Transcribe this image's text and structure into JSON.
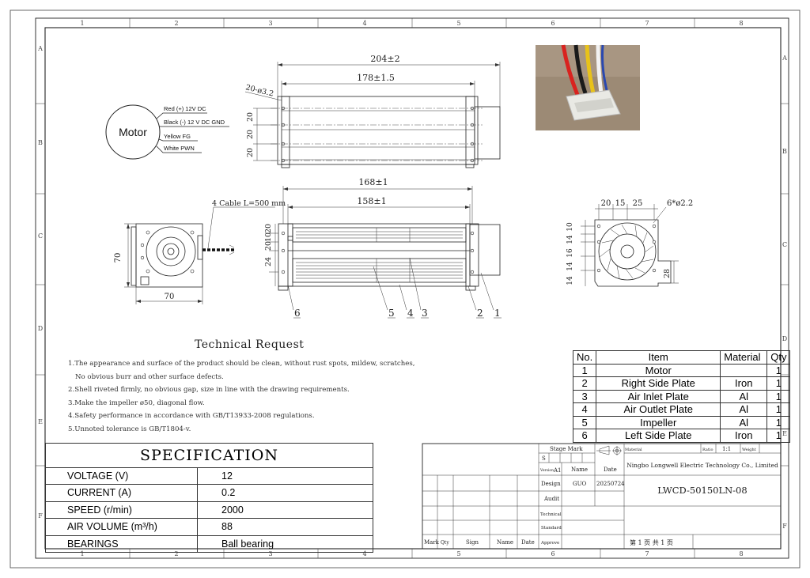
{
  "grid": {
    "columns": [
      "1",
      "2",
      "3",
      "4",
      "5",
      "6",
      "7",
      "8"
    ],
    "rows": [
      "A",
      "B",
      "C",
      "D",
      "E",
      "F"
    ]
  },
  "motor": {
    "label": "Motor",
    "wires": [
      "Red (+) 12V DC",
      "Black (-) 12 V DC GND",
      "Yellow FG",
      "White PWN"
    ]
  },
  "dimensions": {
    "overall_length": "204±2",
    "body_length": "178±1.5",
    "holes_top": "20-ø3.2",
    "top_vertical": [
      "20",
      "20",
      "20"
    ],
    "front_overall": "168±1",
    "front_body": "158±1",
    "front_vertical": [
      "20",
      "10",
      "20",
      "24"
    ],
    "cable": "4 Cable L=500 mm",
    "side_height": "70",
    "side_width": "70",
    "right_top": [
      "20",
      "15",
      "25"
    ],
    "right_holes": "6*ø2.2",
    "right_vertical": [
      "14",
      "10",
      "16",
      "14",
      "14"
    ],
    "right_outlet": "28"
  },
  "balloons": [
    "6",
    "5",
    "4",
    "3",
    "2",
    "1"
  ],
  "technical_request": {
    "title": "Technical Request",
    "lines": [
      "1.The appearance and surface of the product should be clean, without rust spots, mildew, scratches,",
      "  No obvious burr and other surface defects.",
      "2.Shell riveted firmly, no obvious gap, size in line with the drawing requirements.",
      "3.Make the impeller ø50, diagonal flow.",
      "4.Safety performance in accordance with GB/T13933-2008 regulations.",
      "5.Unnoted tolerance is GB/T1804-v."
    ]
  },
  "bom": {
    "headers": [
      "No.",
      "Item",
      "Material",
      "Qty"
    ],
    "rows": [
      {
        "no": "1",
        "item": "Motor",
        "material": "",
        "qty": "1"
      },
      {
        "no": "2",
        "item": "Right Side Plate",
        "material": "Iron",
        "qty": "1"
      },
      {
        "no": "3",
        "item": "Air Inlet Plate",
        "material": "Al",
        "qty": "1"
      },
      {
        "no": "4",
        "item": "Air Outlet Plate",
        "material": "Al",
        "qty": "1"
      },
      {
        "no": "5",
        "item": "Impeller",
        "material": "Al",
        "qty": "1"
      },
      {
        "no": "6",
        "item": "Left Side Plate",
        "material": "Iron",
        "qty": "1"
      }
    ]
  },
  "specification": {
    "title": "SPECIFICATION",
    "rows": [
      {
        "key": "VOLTAGE (V)",
        "value": "12"
      },
      {
        "key": "CURRENT  (A)",
        "value": "0.2"
      },
      {
        "key": "SPEED   (r/min)",
        "value": "2000"
      },
      {
        "key": "AIR  VOLUME   (m³/h)",
        "value": "88"
      },
      {
        "key": "BEARINGS",
        "value": "Ball bearing"
      }
    ]
  },
  "title_block": {
    "stage_mark": "Stage Mark",
    "stage_s": "S",
    "version": "Version",
    "version_val": "A1",
    "name_h": "Name",
    "date_h": "Date",
    "design": "Design",
    "design_name": "GUO",
    "design_date": "20250724",
    "audit": "Audit",
    "technical": "Technical",
    "standard": "Standard",
    "approve": "Approve",
    "material": "Material",
    "ratio": "Ratio",
    "ratio_val": "1:1",
    "weight": "Weight",
    "company": "Ningbo Longwell Electric Technology  Co., Limited",
    "drawing_no": "LWCD-50150LN-08",
    "sheet": "第 1 页   共 1 页",
    "rev_headers": [
      "Mark",
      "Qty",
      "Sign",
      "Name",
      "Date"
    ]
  }
}
